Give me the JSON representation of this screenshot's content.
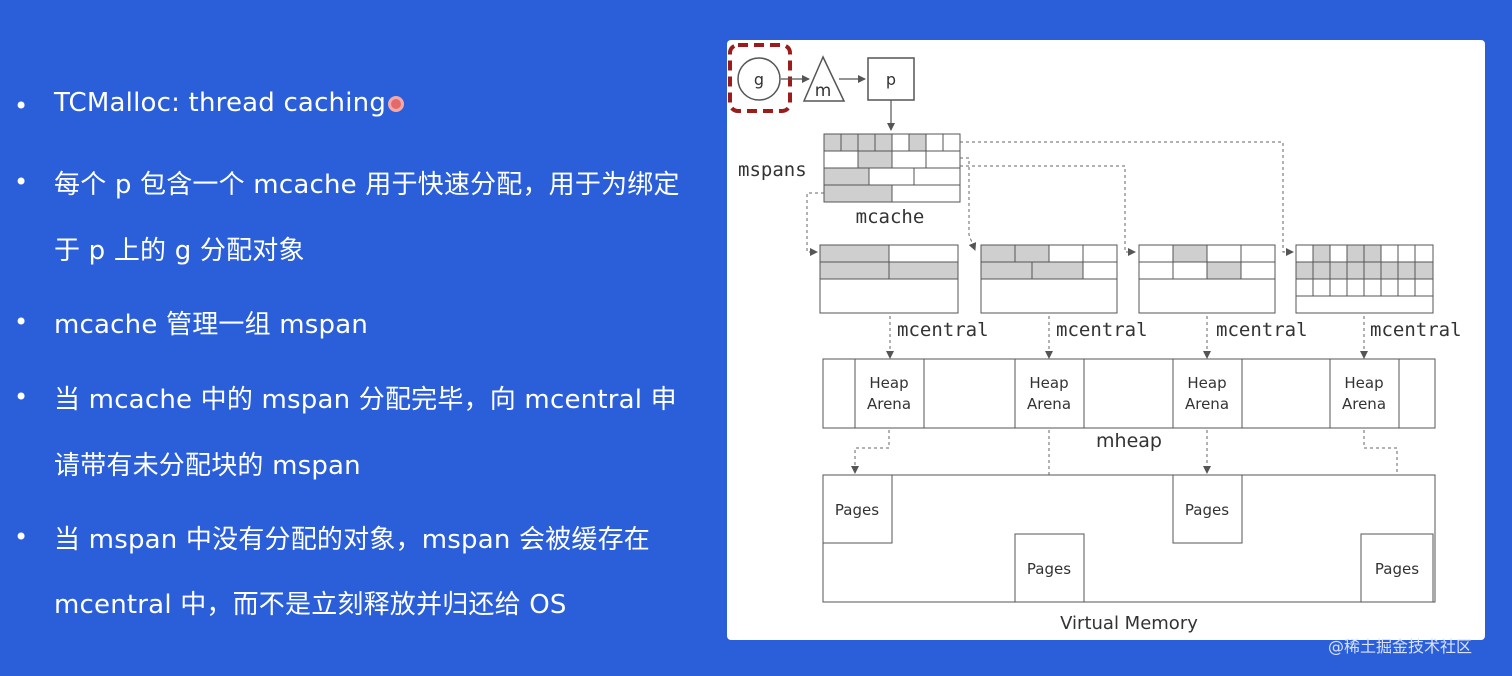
{
  "bullets": {
    "item1": "TCMalloc: thread caching",
    "item2_line1": "每个 p 包含一个 mcache 用于快速分配，用于为绑定",
    "item2_line2": "于 p 上的 g 分配对象",
    "item3": "mcache 管理一组 mspan",
    "item4_line1": "当 mcache 中的 mspan 分配完毕，向 mcentral 申",
    "item4_line2": "请带有未分配块的 mspan",
    "item5_line1": "当 mspan 中没有分配的对象，mspan 会被缓存在",
    "item5_line2": "mcentral 中，而不是立刻释放并归还给 OS"
  },
  "diagram": {
    "g_label": "g",
    "m_label": "m",
    "p_label": "p",
    "mspans_label": "mspans",
    "mcache_label": "mcache",
    "mcentral_labels": [
      "mcentral",
      "mcentral",
      "mcentral",
      "mcentral"
    ],
    "heap_arena_line1": "Heap",
    "heap_arena_line2": "Arena",
    "mheap_label": "mheap",
    "pages_label": "Pages",
    "virtual_memory_label": "Virtual Memory",
    "colors": {
      "highlight": "#9c1c1c",
      "fill": "#cfcfcf",
      "stroke": "#555555"
    }
  },
  "watermark": "@稀土掘金技术社区"
}
